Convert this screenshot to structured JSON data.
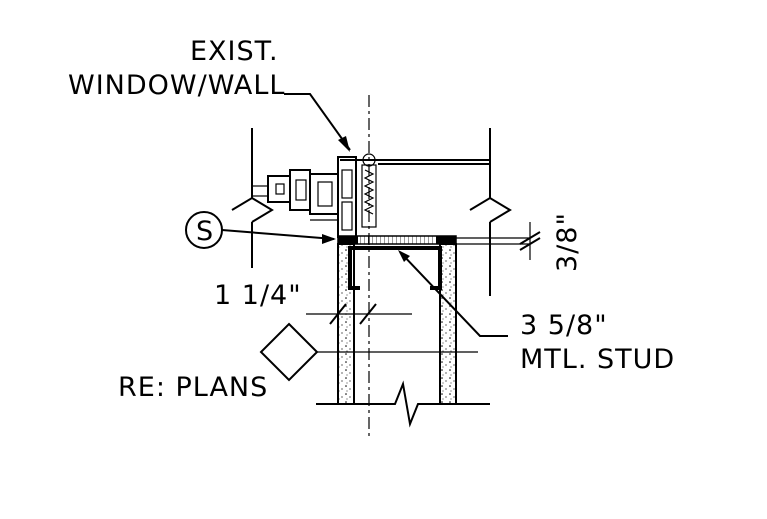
{
  "labels": {
    "exist_line1": "EXIST.",
    "exist_line2": "WINDOW/WALL",
    "symbol_s": "S",
    "dim_3_8": "3/8\"",
    "dim_1_1_4": "1  1/4\"",
    "stud_line1": "3  5/8\"",
    "stud_line2": "MTL.  STUD",
    "re_plans": "RE:  PLANS"
  }
}
